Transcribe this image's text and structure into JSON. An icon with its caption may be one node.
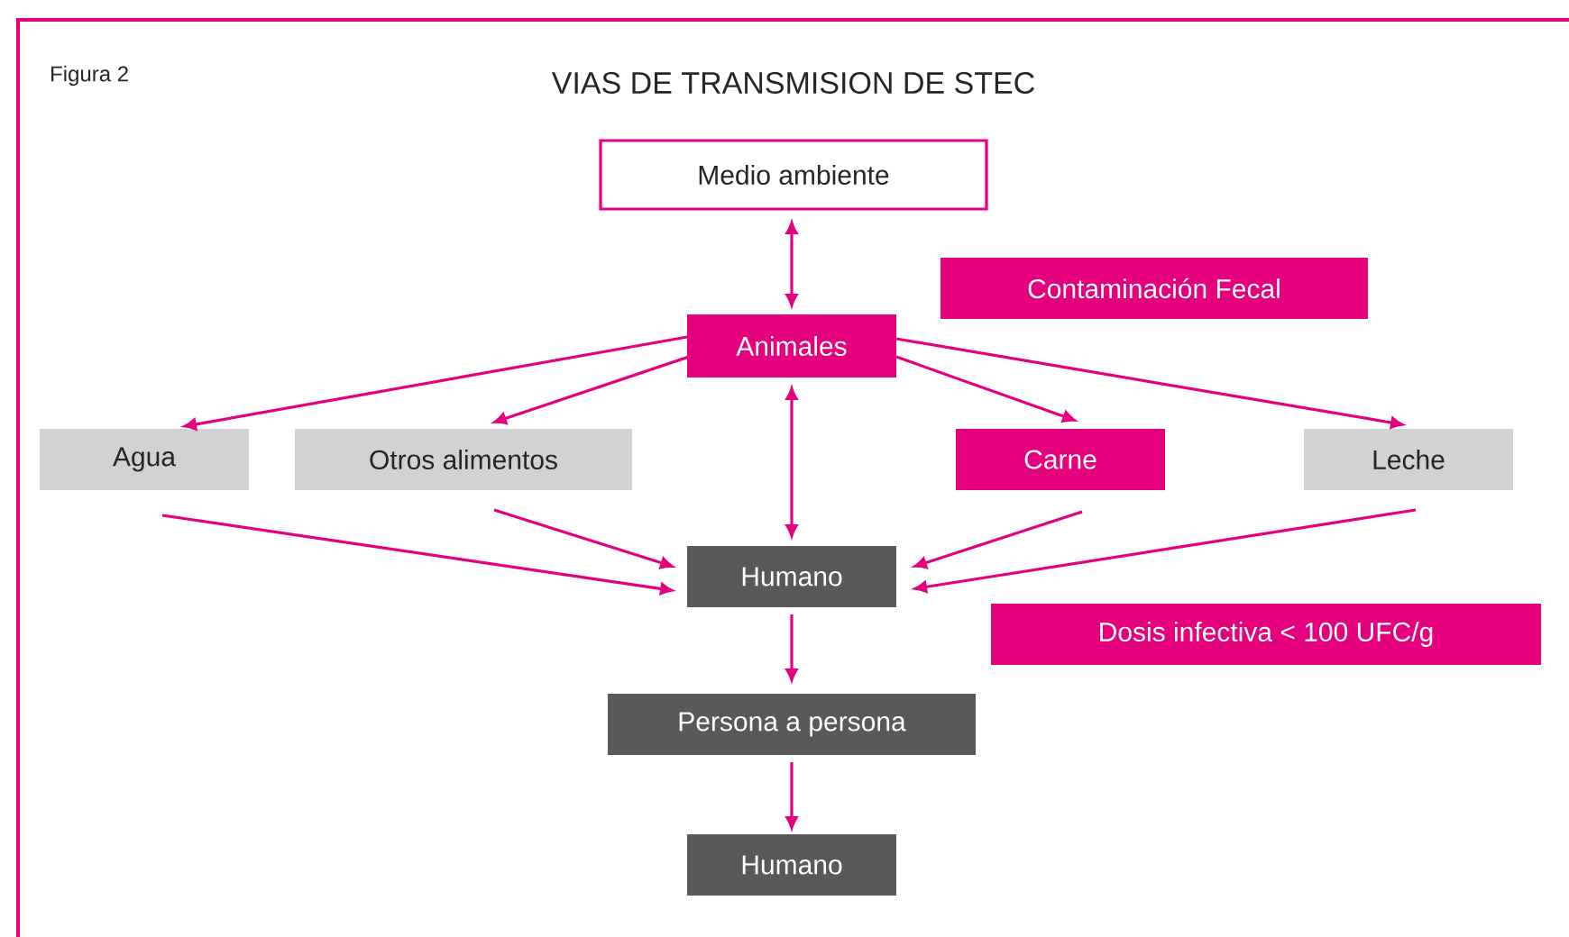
{
  "diagram": {
    "title": "VIAS DE TRANSMISION DE STEC",
    "nodes": [
      {
        "text": [
          "Medio ambiente"
        ]
      },
      {
        "text": [
          "Contaminación Fecal"
        ]
      },
      {
        "text": [
          "Animales"
        ]
      },
      {
        "text": [
          "Agua"
        ]
      },
      {
        "text": [
          "Otros alimentos"
        ]
      },
      {
        "text": [
          "Carne"
        ]
      },
      {
        "text": [
          "Leche"
        ]
      },
      {
        "text": [
          "Humano"
        ]
      },
      {
        "text": [
          "Dosis infectiva < 100 UFC/g"
        ]
      },
      {
        "text": [
          "Persona a persona"
        ]
      },
      {
        "text": [
          "Humano"
        ]
      }
    ],
    "edges": [
      {
        "from": 0,
        "to": 2,
        "arrow": "both"
      },
      {
        "from": 2,
        "to": 3,
        "arrow": "to"
      },
      {
        "from": 2,
        "to": 4,
        "arrow": "to"
      },
      {
        "from": 2,
        "to": 5,
        "arrow": "to"
      },
      {
        "from": 2,
        "to": 6,
        "arrow": "to"
      },
      {
        "from": 2,
        "to": 7,
        "arrow": "both"
      },
      {
        "from": 3,
        "to": 7,
        "arrow": "to"
      },
      {
        "from": 4,
        "to": 7,
        "arrow": "to"
      },
      {
        "from": 5,
        "to": 7,
        "arrow": "to"
      },
      {
        "from": 6,
        "to": 7,
        "arrow": "to"
      },
      {
        "from": 7,
        "to": 9,
        "arrow": "to"
      },
      {
        "from": 9,
        "to": 10,
        "arrow": "to"
      }
    ],
    "labels": [
      "Figura 2"
    ]
  }
}
